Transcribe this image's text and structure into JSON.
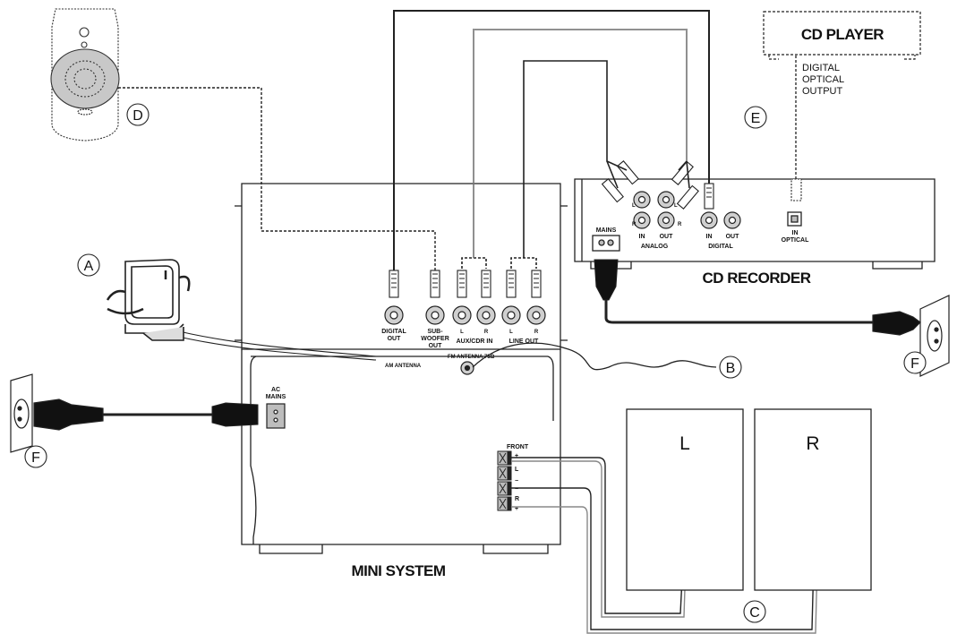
{
  "devices": {
    "mini_system": "MINI SYSTEM",
    "cd_recorder": "CD RECORDER",
    "cd_player": "CD PLAYER"
  },
  "markers": {
    "a": "A",
    "b": "B",
    "c": "C",
    "d": "D",
    "e": "E",
    "f1": "F",
    "f2": "F"
  },
  "mini_ports": {
    "digital_out_1": "DIGITAL",
    "digital_out_2": "OUT",
    "sub_1": "SUB-",
    "sub_2": "WOOFER",
    "sub_3": "OUT",
    "aux_l": "L",
    "aux_r": "R",
    "aux_label": "AUX/CDR IN",
    "line_l": "L",
    "line_r": "R",
    "line_label": "LINE OUT",
    "am_antenna": "AM ANTENNA",
    "fm_antenna": "FM ANTENNA 75Ω",
    "ac_1": "AC",
    "ac_2": "MAINS",
    "front": "FRONT",
    "t_plus1": "+",
    "t_l": "L",
    "t_minus1": "−",
    "t_minus2": "−",
    "t_r": "R",
    "t_plus2": "+"
  },
  "recorder_ports": {
    "mains": "MAINS",
    "in": "IN",
    "out": "OUT",
    "analog": "ANALOG",
    "dig_in": "IN",
    "dig_out": "OUT",
    "digital": "DIGITAL",
    "opt_in": "IN",
    "optical": "OPTICAL",
    "plug_l": "L",
    "plug_r": "R",
    "plug_l2": "L",
    "plug_r2": "R"
  },
  "cd_player_output": {
    "line1": "DIGITAL",
    "line2": "OPTICAL",
    "line3": "OUTPUT"
  },
  "speakers": {
    "left": "L",
    "right": "R"
  }
}
